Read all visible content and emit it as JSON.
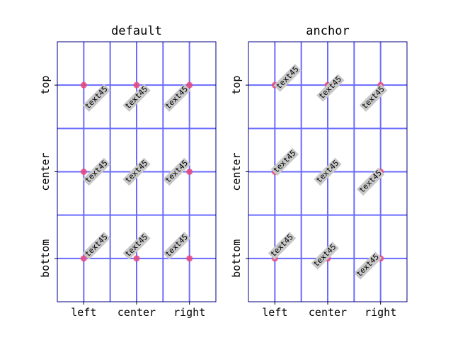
{
  "chart_data": [
    {
      "type": "scatter",
      "title": "default",
      "mode": "default",
      "xticklabels": [
        "left",
        "center",
        "right"
      ],
      "yticklabels": [
        "bottom",
        "center",
        "top"
      ],
      "xlim": [
        0,
        3
      ],
      "ylim": [
        0,
        3
      ],
      "gridlines": [
        0.5,
        1.0,
        1.5,
        2.0,
        2.5
      ],
      "points": [
        {
          "x": 0.5,
          "y": 2.5,
          "ha": "left",
          "va": "top",
          "label": "text45"
        },
        {
          "x": 1.5,
          "y": 2.5,
          "ha": "center",
          "va": "top",
          "label": "text45"
        },
        {
          "x": 2.5,
          "y": 2.5,
          "ha": "right",
          "va": "top",
          "label": "text45"
        },
        {
          "x": 0.5,
          "y": 1.5,
          "ha": "left",
          "va": "center",
          "label": "text45"
        },
        {
          "x": 1.5,
          "y": 1.5,
          "ha": "center",
          "va": "center",
          "label": "text45"
        },
        {
          "x": 2.5,
          "y": 1.5,
          "ha": "right",
          "va": "center",
          "label": "text45"
        },
        {
          "x": 0.5,
          "y": 0.5,
          "ha": "left",
          "va": "bottom",
          "label": "text45"
        },
        {
          "x": 1.5,
          "y": 0.5,
          "ha": "center",
          "va": "bottom",
          "label": "text45"
        },
        {
          "x": 2.5,
          "y": 0.5,
          "ha": "right",
          "va": "bottom",
          "label": "text45"
        }
      ]
    },
    {
      "type": "scatter",
      "title": "anchor",
      "mode": "anchor",
      "xticklabels": [
        "left",
        "center",
        "right"
      ],
      "yticklabels": [
        "bottom",
        "center",
        "top"
      ],
      "xlim": [
        0,
        3
      ],
      "ylim": [
        0,
        3
      ],
      "gridlines": [
        0.5,
        1.0,
        1.5,
        2.0,
        2.5
      ],
      "points": [
        {
          "x": 0.5,
          "y": 2.5,
          "ha": "left",
          "va": "top",
          "label": "text45"
        },
        {
          "x": 1.5,
          "y": 2.5,
          "ha": "center",
          "va": "top",
          "label": "text45"
        },
        {
          "x": 2.5,
          "y": 2.5,
          "ha": "right",
          "va": "top",
          "label": "text45"
        },
        {
          "x": 0.5,
          "y": 1.5,
          "ha": "left",
          "va": "center",
          "label": "text45"
        },
        {
          "x": 1.5,
          "y": 1.5,
          "ha": "center",
          "va": "center",
          "label": "text45"
        },
        {
          "x": 2.5,
          "y": 1.5,
          "ha": "right",
          "va": "center",
          "label": "text45"
        },
        {
          "x": 0.5,
          "y": 0.5,
          "ha": "left",
          "va": "bottom",
          "label": "text45"
        },
        {
          "x": 1.5,
          "y": 0.5,
          "ha": "center",
          "va": "bottom",
          "label": "text45"
        },
        {
          "x": 2.5,
          "y": 0.5,
          "ha": "right",
          "va": "bottom",
          "label": "text45"
        }
      ]
    }
  ],
  "colors": {
    "grid": "#6a6aff",
    "marker": "#e8467c",
    "label_bg": "#c8c8c8",
    "axes": "#000080"
  }
}
